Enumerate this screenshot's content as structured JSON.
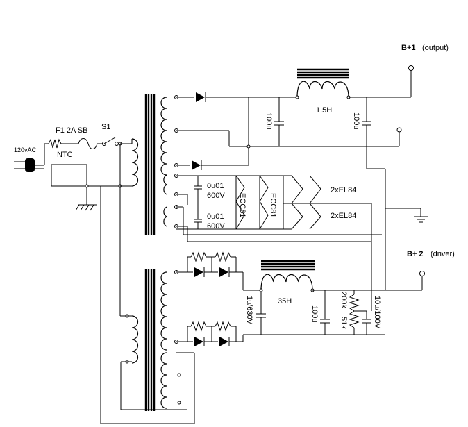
{
  "labels": {
    "b1_name": "B+1",
    "b1_note": "(output)",
    "b2_name": "B+ 2",
    "b2_note": "(driver)",
    "choke1": "1.5H",
    "choke2": "35H",
    "fuse": "F1 2A SB",
    "switch": "S1",
    "mains": "120vAC",
    "ntc": "NTC",
    "cap_100u_a": "100u",
    "cap_100u_b": "100u",
    "cap_100u_c": "100u",
    "cap_0u01_a": "0u01",
    "cap_600v_a": "600V",
    "cap_0u01_b": "0u01",
    "cap_600v_b": "600V",
    "tube_ecc81_a": "ECC81",
    "tube_ecc81_b": "ECC81",
    "heater_el84_a": "2xEL84",
    "heater_el84_b": "2xEL84",
    "cap_1u630v": "1u/630V",
    "res_200k": "200k",
    "res_51k": "51k",
    "cap_10u100v": "10u/100V"
  }
}
